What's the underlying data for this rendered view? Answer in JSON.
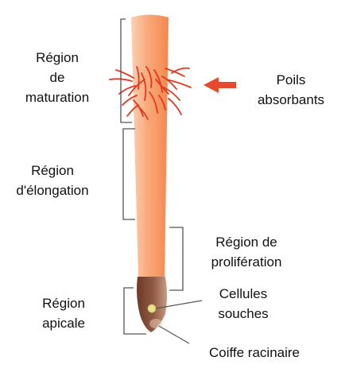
{
  "colors": {
    "root_light": "#fbd1b4",
    "root_mid": "#f9a97a",
    "root_dark": "#f4874f",
    "root_hair": "#e5371e",
    "arrow": "#e64a2e",
    "cap_dark": "#6e3a28",
    "cap_light": "#c99b86",
    "stem_cell": "#e8e28a",
    "bracket": "#555555",
    "text": "#111111"
  },
  "labels": {
    "maturation": [
      "Région",
      "de",
      "maturation"
    ],
    "root_hairs": [
      "Poils",
      "absorbants"
    ],
    "elongation": [
      "Région",
      "d'élongation"
    ],
    "proliferation": [
      "Région de",
      "prolifération"
    ],
    "stem_cells": [
      "Cellules",
      "souches"
    ],
    "apical": [
      "Région",
      "apicale"
    ],
    "root_cap": [
      "Coiffe racinaire"
    ]
  }
}
